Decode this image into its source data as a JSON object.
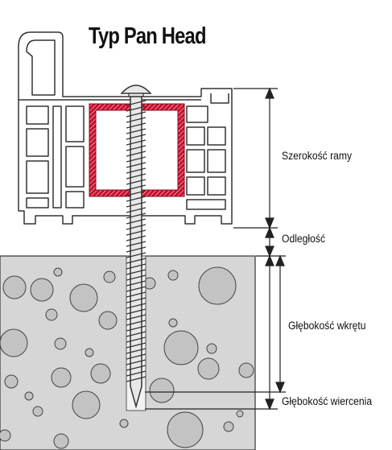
{
  "title": "Typ Pan Head",
  "labels": {
    "frame_width": "Szerokość ramy",
    "gap": "Odległość",
    "screw_depth": "Głębokość wkrętu",
    "drilling_depth": "Głębokość wiercenia"
  },
  "colors": {
    "reinforcement": "#c8102e",
    "concrete": "#d6d6d6",
    "holes": "#c3c3c3",
    "outline": "#333333",
    "screw": "#e8e8e8"
  }
}
